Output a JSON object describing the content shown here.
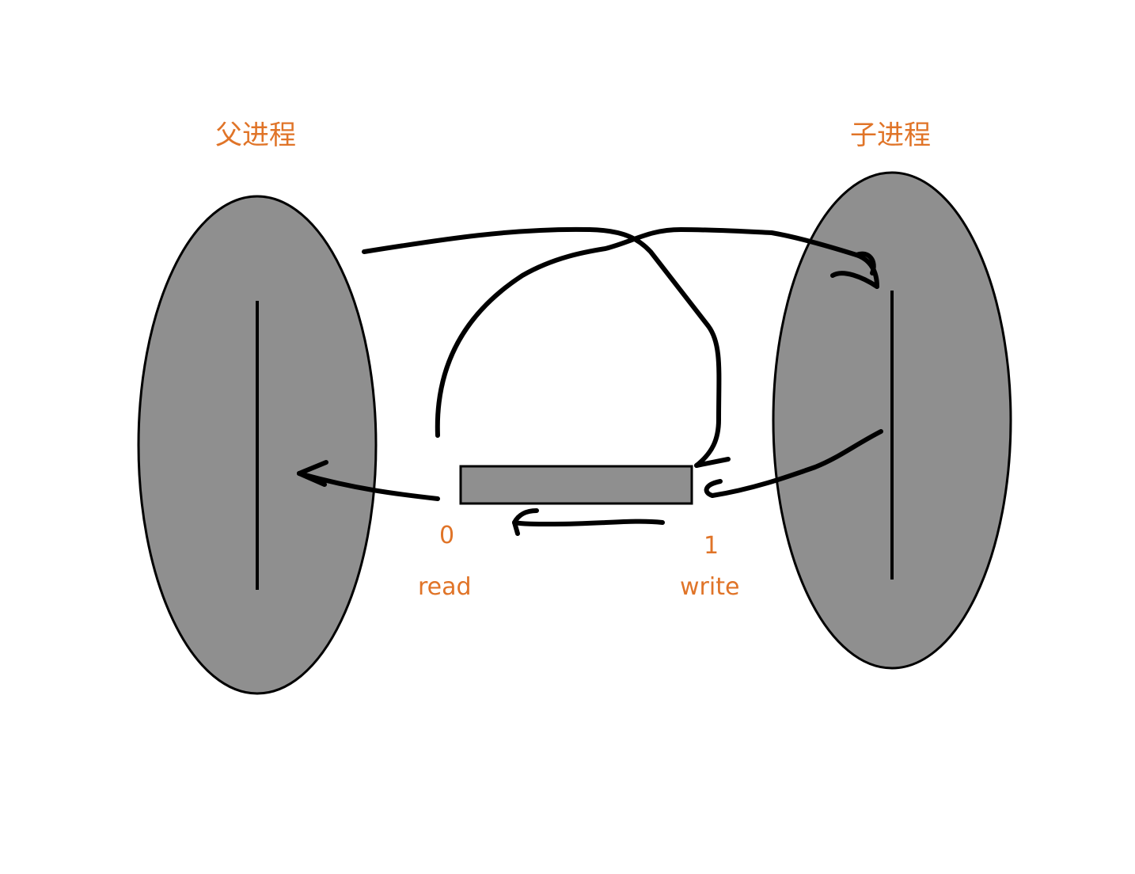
{
  "colors": {
    "label": "#E07428",
    "process_fill": "#8F8F8F",
    "stroke": "#000000",
    "background": "#FFFFFF"
  },
  "parent": {
    "title": "父进程"
  },
  "child": {
    "title": "子进程"
  },
  "pipe": {
    "read_end": {
      "fd": "0",
      "name": "read"
    },
    "write_end": {
      "fd": "1",
      "name": "write"
    }
  }
}
